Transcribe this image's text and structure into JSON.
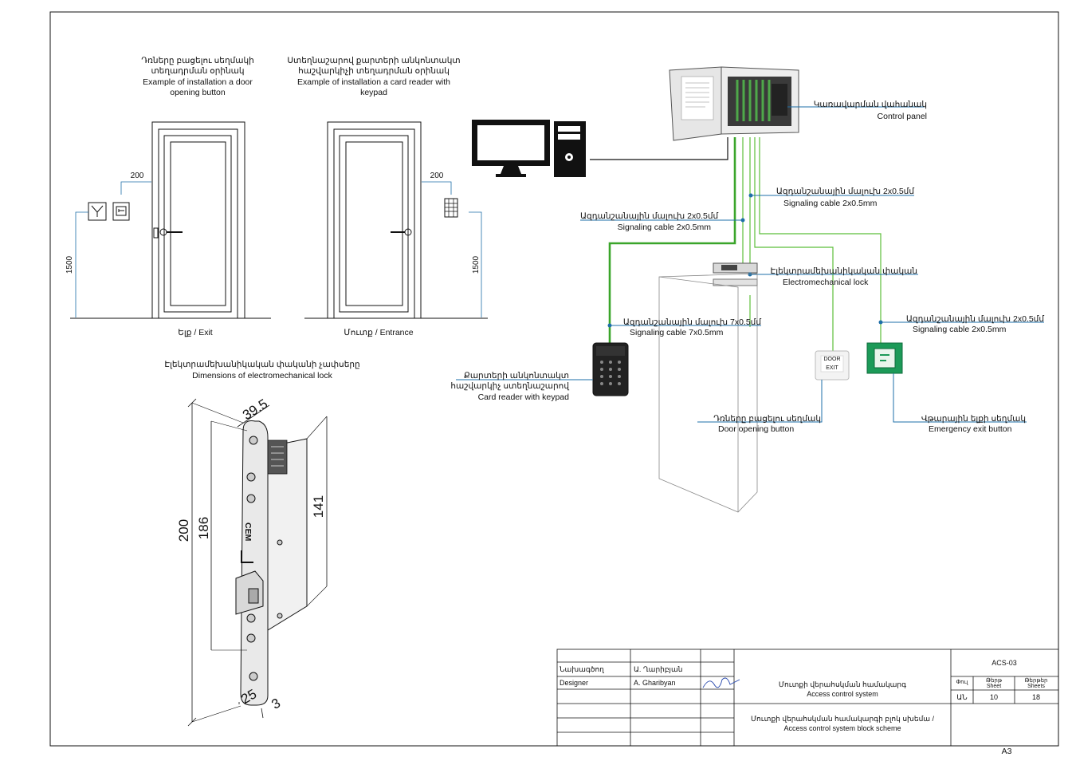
{
  "captions": {
    "exit_btn_title_am": "Դռները բացելու սեղմակի",
    "exit_btn_title_am2": "տեղադրման օրինակ",
    "exit_btn_title_en": "Example of installation a door",
    "exit_btn_title_en2": "opening button",
    "reader_title_am": "Ստեղնաշարով քարտերի անկոնտակտ",
    "reader_title_am2": "հաշվարկիչի տեղադրման օրինակ",
    "reader_title_en": "Example of installation a card reader with",
    "reader_title_en2": "keypad",
    "exit_door": "Ելք / Exit",
    "entrance_door": "Մուտք / Entrance",
    "lock_dims_am": "Էլեկտրամեխանիկական փականի չափսերը",
    "lock_dims_en": "Dimensions of electromechanical lock"
  },
  "dimensions": {
    "exit_offset": "200",
    "exit_height": "1500",
    "entrance_offset": "200",
    "entrance_height": "1500",
    "lock_width": "39.5",
    "lock_total": "200",
    "lock_inner": "186",
    "lock_body": "141",
    "lock_bottom_w": "25",
    "lock_thickness": "3"
  },
  "components": {
    "control_panel_am": "Կառավարման վահանակ",
    "control_panel_en": "Control panel",
    "cable1_am": "Ազդանշանային մալուխ 2x0.5մմ",
    "cable1_en": "Signaling cable 2x0.5mm",
    "cable2_am": "Ազդանշանային մալուխ 2x0.5մմ",
    "cable2_en": "Signaling cable 2x0.5mm",
    "lock_am": "Էլեկտրամեխանիկական փական",
    "lock_en": "Electromechanical lock",
    "cable7_am": "Ազդանշանային մալուխ 7x0.5մմ",
    "cable7_en": "Signaling cable 7x0.5mm",
    "cable3_am": "Ազդանշանային մալուխ 2x0.5մմ",
    "cable3_en": "Signaling cable 2x0.5mm",
    "reader_am": "Քարտերի անկոնտակտ",
    "reader_am2": "հաշվարկիչ ստեղնաշարով",
    "reader_en": "Card reader with keypad",
    "door_btn_am": "Դռները բացելու սեղմակ",
    "door_btn_en": "Door opening button",
    "emergency_am": "Վթարային ելքի սեղմակ",
    "emergency_en": "Emergency exit button"
  },
  "title_block": {
    "role_am": "Նախագծող",
    "name_am": "Ա. Ղարիբյան",
    "role_en": "Designer",
    "name_en": "A. Gharibyan",
    "project_am": "Մուտքի վերահսկման համակարգ",
    "project_en": "Access control system",
    "drawing_am": "Մուտքի վերահսկման համակարգի բլոկ սխեմա /",
    "drawing_en": "Access control system block scheme",
    "code": "ACS-03",
    "phase_hdr": "Փուլ",
    "sheet_hdr_am": "Թերթ",
    "sheet_hdr_en": "Sheet",
    "sheets_hdr_am": "Թերթեր",
    "sheets_hdr_en": "Sheets",
    "phase": "ԱՆ",
    "sheet": "10",
    "sheets": "18",
    "format": "A3"
  },
  "colors": {
    "cable_green": "#5cbf3a",
    "leader_blue": "#1e6fa8"
  }
}
